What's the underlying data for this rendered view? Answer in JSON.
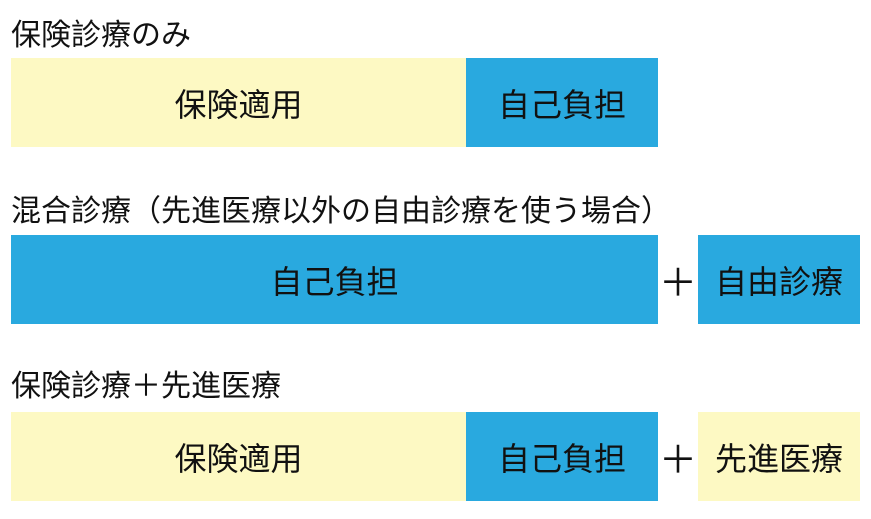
{
  "colors": {
    "insurance": "#fdf9c3",
    "self_pay": "#29a9df",
    "text": "#111111"
  },
  "section1": {
    "heading": "保険診療のみ",
    "insurance_label": "保険適用",
    "self_pay_label": "自己負担"
  },
  "section2": {
    "heading": "混合診療（先進医療以外の自由診療を使う場合）",
    "self_pay_label": "自己負担",
    "plus": "＋",
    "free_care_label": "自由診療"
  },
  "section3": {
    "heading": "保険診療＋先進医療",
    "insurance_label": "保険適用",
    "self_pay_label": "自己負担",
    "plus": "＋",
    "advanced_label": "先進医療"
  }
}
